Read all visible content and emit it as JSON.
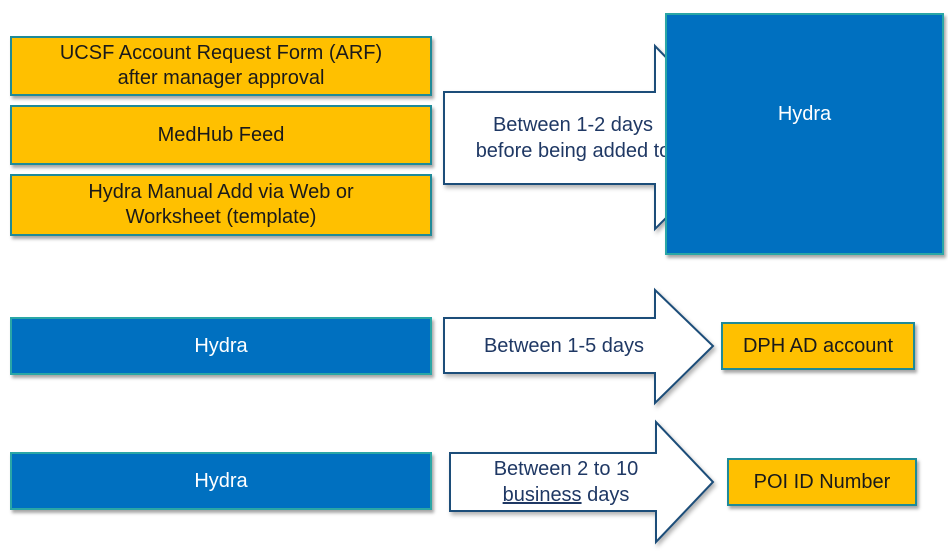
{
  "colors": {
    "yellow": "#FFC000",
    "blue": "#0070C0",
    "arrow_stroke": "#1F4E79",
    "text_dark": "#1F3864"
  },
  "sources": {
    "arf_line1": "UCSF Account Request Form (ARF)",
    "arf_line2": "after manager approval",
    "medhub": "MedHub Feed",
    "manual_line1": "Hydra Manual Add via Web or",
    "manual_line2": "Worksheet (template)"
  },
  "flow1": {
    "arrow_line1": "Between 1-2 days",
    "arrow_line2": "before being added to",
    "target": "Hydra"
  },
  "flow2": {
    "source": "Hydra",
    "arrow_text": "Between 1-5 days",
    "target": "DPH AD account"
  },
  "flow3": {
    "source": "Hydra",
    "arrow_line1": "Between 2 to 10",
    "arrow_line2_underlined": "business",
    "arrow_line2_rest": " days",
    "target": "POI ID Number"
  }
}
